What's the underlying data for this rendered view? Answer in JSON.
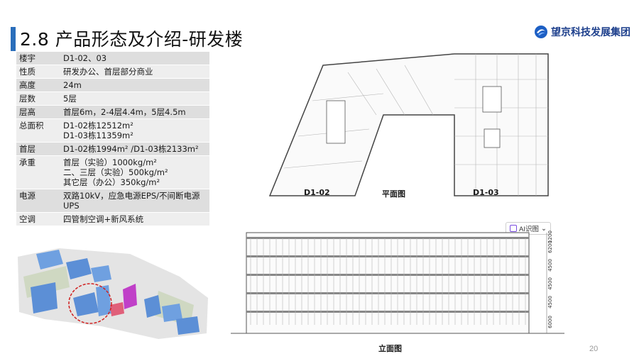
{
  "title": "2.8 产品形态及介绍-研发楼",
  "logo": {
    "text": "望京科技发展集团",
    "icon": "company-logo-icon"
  },
  "spec_rows": [
    {
      "key": "楼宇",
      "lines": [
        "D1-02、03"
      ]
    },
    {
      "key": "性质",
      "lines": [
        "研发办公、首层部分商业"
      ]
    },
    {
      "key": "高度",
      "lines": [
        "24m"
      ]
    },
    {
      "key": "层数",
      "lines": [
        "5层"
      ]
    },
    {
      "key": "层高",
      "lines": [
        "首层6m，2-4层4.4m，5层4.5m"
      ]
    },
    {
      "key": "总面积",
      "lines": [
        "D1-02栋12512m²",
        "D1-03栋11359m²"
      ]
    },
    {
      "key": "首层",
      "lines": [
        "D1-02栋1994m² /D1-03栋2133m²"
      ]
    },
    {
      "key": "承重",
      "lines": [
        "首层（实验）1000kg/m²",
        "二、三层（实验）500kg/m²",
        "其它层（办公）350kg/m²"
      ]
    },
    {
      "key": "电源",
      "lines": [
        "双路10kV，应急电源EPS/不间断电源",
        "UPS"
      ]
    },
    {
      "key": "空调",
      "lines": [
        "四管制空调+新风系统"
      ]
    }
  ],
  "plan": {
    "caption": "平面图",
    "left_label": "D1-02",
    "right_label": "D1-03"
  },
  "ai_button": {
    "label": "AI识图"
  },
  "elevation": {
    "caption": "立面图",
    "dims": [
      "1200",
      "6200",
      "4500",
      "4500",
      "4500",
      "6000"
    ]
  },
  "page_number": "20",
  "colors": {
    "accent": "#2a6ebb",
    "logo": "#1d3f8c"
  }
}
